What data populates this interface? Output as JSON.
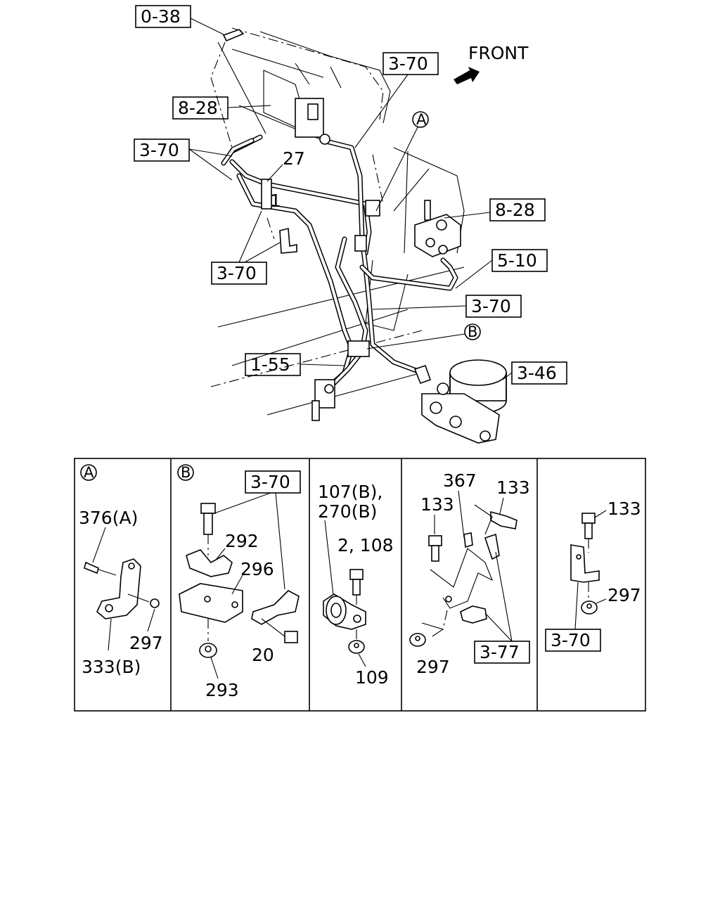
{
  "callouts": {
    "c_0_38": "0-38",
    "c_8_28_top": "8-28",
    "c_3_70_topcenter": "3-70",
    "c_3_70_left": "3-70",
    "c_27": "27",
    "c_1": "1",
    "c_3_70_lowleft": "3-70",
    "c_8_28_right": "8-28",
    "c_5_10": "5-10",
    "c_3_70_right": "3-70",
    "c_1_55": "1-55",
    "c_3_46": "3-46"
  },
  "front_label": "FRONT",
  "markers": {
    "a": "A",
    "b": "B"
  },
  "details": {
    "a": {
      "marker": "A",
      "bolt": "376(A)",
      "bracket": "333(B)",
      "nut": "297"
    },
    "b": {
      "marker": "B",
      "box": "3-70",
      "clip": "292",
      "bracket": "296",
      "nut": "293",
      "bolt": "20"
    },
    "c": {
      "line1": "107(B),",
      "line2": "270(B)",
      "bolt": "2, 108",
      "nut": "109"
    },
    "d": {
      "bracket": "367",
      "bolt_left": "133",
      "bolt_right": "133",
      "nut": "297",
      "box": "3-77"
    },
    "e": {
      "bolt": "133",
      "nut": "297",
      "box": "3-70"
    }
  }
}
